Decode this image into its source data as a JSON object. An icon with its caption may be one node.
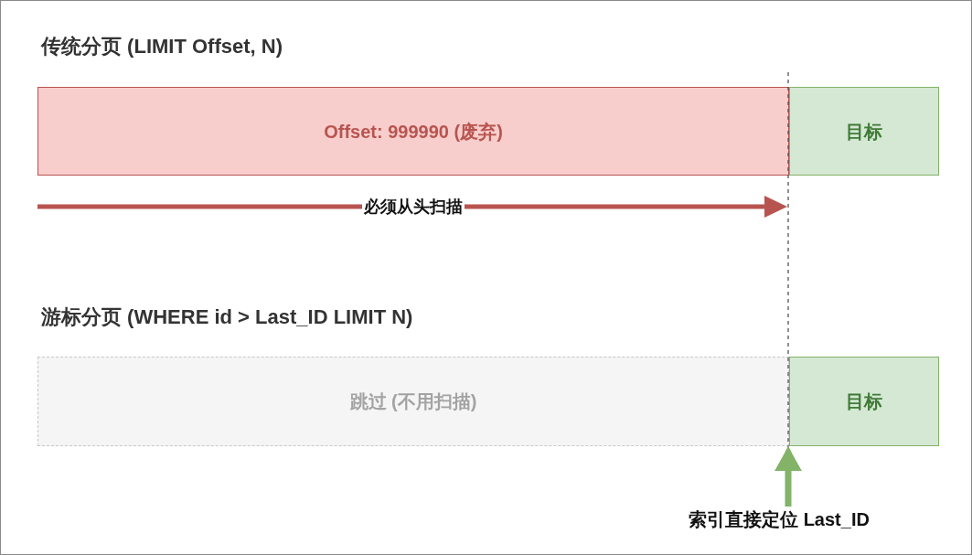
{
  "diagram": {
    "nodes": [
      {
        "text": [
          "Offset: 999990 (废弃)"
        ]
      },
      {
        "text": [
          "目标"
        ]
      },
      {
        "text": [
          "跳过 (不用扫描)"
        ]
      },
      {
        "text": [
          "目标"
        ]
      },
      {
        "text": [
          "索引直接定位 Last_ID"
        ]
      }
    ],
    "edges": [
      {
        "from": 4,
        "to": 3,
        "arrow": "to",
        "color": "#82b366"
      }
    ],
    "labels": [
      "传统分页 (LIMIT Offset, N)",
      "必须从头扫描",
      "游标分页 (WHERE id > Last_ID LIMIT N)"
    ]
  }
}
